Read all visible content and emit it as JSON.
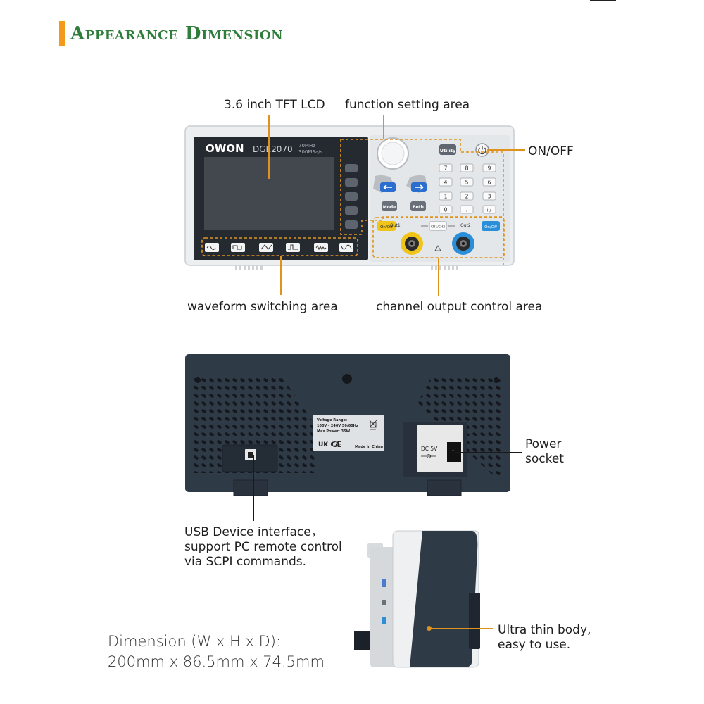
{
  "page": {
    "title": "Appearance Dimension"
  },
  "front_panel": {
    "brand": "OWON",
    "model": "DGE2070",
    "spec_line1": "70MHz",
    "spec_line2": "300MSa/s",
    "keys": {
      "utility": "Utility",
      "numpad": [
        "7",
        "8",
        "9",
        "4",
        "5",
        "6",
        "1",
        "2",
        "3",
        "0",
        ".",
        "+/-"
      ],
      "mode": "Mode",
      "both": "Both",
      "ch1_onoff": "On/Off",
      "ch2_onoff": "On/Off",
      "out1": "Out1",
      "out2": "Out2",
      "ch_switch": "CH1/CH2"
    },
    "callouts": {
      "lcd": "3.6 inch TFT LCD",
      "function_area": "function setting area",
      "power": "ON/OFF",
      "waveform_area": "waveform switching area",
      "channel_area": "channel output control area"
    }
  },
  "rear_panel": {
    "label_lines": [
      "Voltage Range:",
      "100V - 240V   50/60Hz",
      "Max Power: 35W",
      "Made in China"
    ],
    "ukca": "UK CA",
    "ce": "CE",
    "dc_label": "DC 5V",
    "callouts": {
      "power_socket_line1": "Power",
      "power_socket_line2": "socket",
      "usb_line1": "USB Device interface，",
      "usb_line2": "support PC remote control",
      "usb_line3": "via SCPI commands."
    }
  },
  "side_view": {
    "callout_line1": "Ultra thin body,",
    "callout_line2": "easy to use."
  },
  "dimension": {
    "line1": "Dimension (W x H x D):",
    "line2": "200mm x 86.5mm x 74.5mm"
  },
  "colors": {
    "accent_orange": "#f39a1b",
    "title_green": "#2e7d3a",
    "panel_dark": "#2f3a47",
    "arrow_blue": "#2a6fd0",
    "ch1_yellow": "#f0c419",
    "ch2_blue": "#2a8fd8"
  }
}
